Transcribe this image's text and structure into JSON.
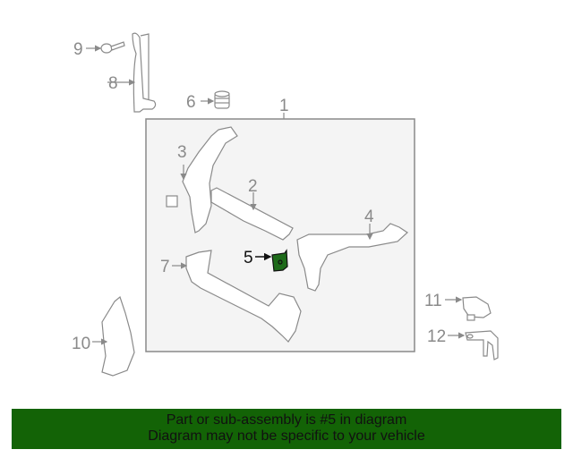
{
  "diagram": {
    "highlight_part": "5",
    "highlight_color": "#1e6b1a",
    "callouts": [
      {
        "num": "1",
        "label": "1"
      },
      {
        "num": "2",
        "label": "2"
      },
      {
        "num": "3",
        "label": "3"
      },
      {
        "num": "4",
        "label": "4"
      },
      {
        "num": "5",
        "label": "5"
      },
      {
        "num": "6",
        "label": "6"
      },
      {
        "num": "7",
        "label": "7"
      },
      {
        "num": "8",
        "label": "8"
      },
      {
        "num": "9",
        "label": "9"
      },
      {
        "num": "10",
        "label": "10"
      },
      {
        "num": "11",
        "label": "11"
      },
      {
        "num": "12",
        "label": "12"
      }
    ]
  },
  "banner": {
    "line1": "Part or sub-assembly is #5 in diagram",
    "line2": "Diagram may not be specific to your vehicle",
    "bg_color": "#136306"
  }
}
